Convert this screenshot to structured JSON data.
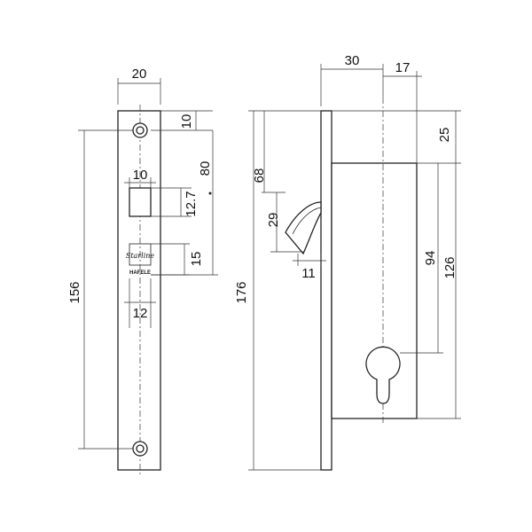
{
  "brand": {
    "script": "Starline",
    "name": "HAFELE"
  },
  "dimensions": {
    "faceplate_width": "20",
    "top_hole_offset": "10",
    "hole_to_follower": "80",
    "follower_width": "10",
    "follower_height": "12.7",
    "logo_height": "15",
    "logo_width": "12",
    "hole_spacing": "156",
    "case_depth": "30",
    "backset": "17",
    "top_to_case": "25",
    "latch_center": "68",
    "latch_height": "29",
    "latch_projection": "11",
    "overall_height": "176",
    "case_to_cylinder": "94",
    "case_height": "126"
  }
}
